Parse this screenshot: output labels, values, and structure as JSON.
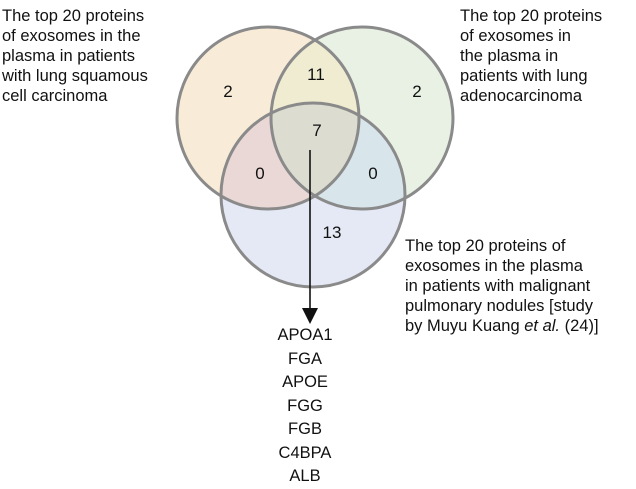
{
  "sets": {
    "lsc": {
      "lines": [
        "The top 20 proteins",
        "of exosomes in the",
        "plasma in patients",
        "with lung squamous",
        "cell carcinoma"
      ],
      "color": "#f8ecd8"
    },
    "adc": {
      "lines": [
        "The top 20 proteins",
        "of exosomes in",
        "the plasma in",
        "patients with lung",
        "adenocarcinoma"
      ],
      "color": "#e8f1e4"
    },
    "mpn": {
      "lines": [
        "The top 20 proteins of",
        "exosomes in the plasma",
        "in patients with malignant",
        "pulmonary nodules [study"
      ],
      "last_line": {
        "prefix": "by Muyu Kuang ",
        "italic": "et al.",
        "suffix": " (24)]"
      },
      "color": "#e5e9f5"
    }
  },
  "regions": {
    "lsc_only": "2",
    "lsc_adc": "11",
    "adc_only": "2",
    "all_three": "7",
    "lsc_mpn": "0",
    "adc_mpn": "0",
    "mpn_only": "13"
  },
  "colors": {
    "outline": "#8a8a8a",
    "lsc_adc_overlap": "#f0ecd2",
    "lsc_mpn_overlap": "#ead8d6",
    "adc_mpn_overlap": "#d8e6ec",
    "center_overlap": "#dcdcd0"
  },
  "shared_proteins": [
    "APOA1",
    "FGA",
    "APOE",
    "FGG",
    "FGB",
    "C4BPA",
    "ALB"
  ]
}
